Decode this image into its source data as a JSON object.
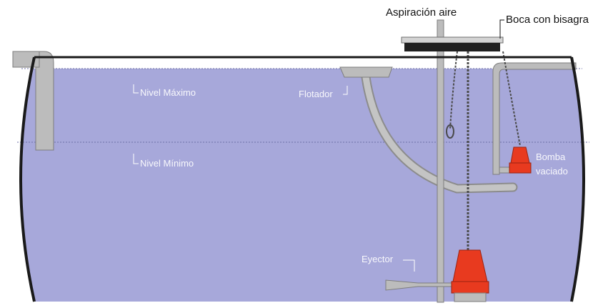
{
  "labels": {
    "aspiracion": "Aspiración aire",
    "boca": "Boca con bisagra",
    "nivel_max": "Nivel Máximo",
    "nivel_min": "Nivel Mínimo",
    "flotador": "Flotador",
    "bomba_line1": "Bomba",
    "bomba_line2": "vaciado",
    "eyector": "Eyector"
  },
  "colors": {
    "water": "#a7a8da",
    "tank_outline": "#1a1a1a",
    "pipe": "#bcbcbc",
    "pump": "#e83a1f",
    "background": "#ffffff"
  }
}
